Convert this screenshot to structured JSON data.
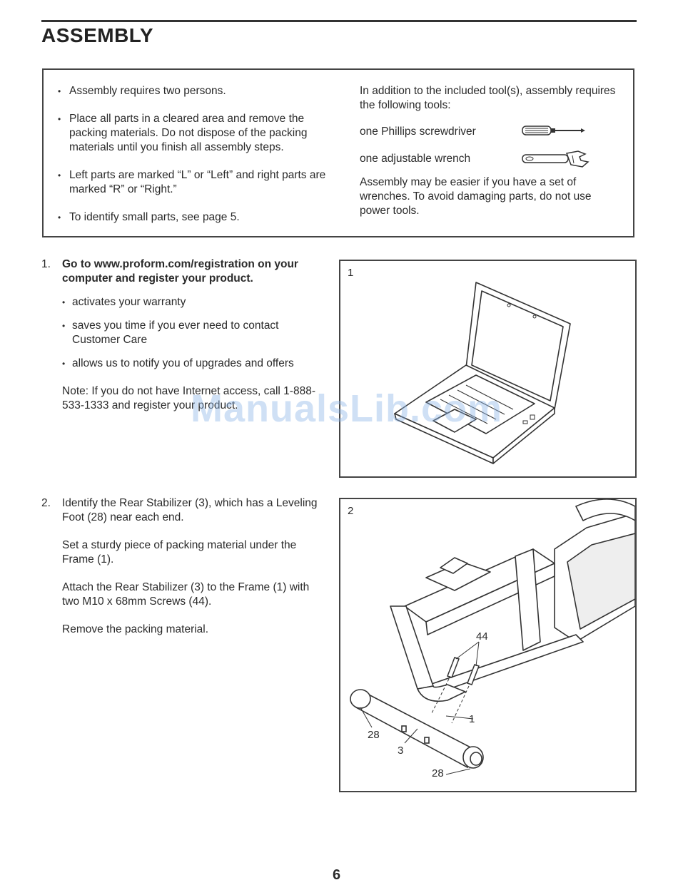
{
  "header": {
    "title": "ASSEMBLY"
  },
  "tools_box": {
    "bullets": [
      "Assembly requires two persons.",
      "Place all parts in a cleared area and remove the packing materials. Do not dispose of the packing materials until you finish all assembly steps.",
      "Left parts are marked “L” or “Left” and right parts are marked “R” or “Right.”",
      "To identify small parts, see page 5."
    ],
    "intro": "In addition to the included tool(s), assembly requires the following tools:",
    "tools": [
      {
        "label": "one Phillips screwdriver",
        "icon": "screwdriver-icon"
      },
      {
        "label": "one adjustable wrench",
        "icon": "adjustable-wrench-icon"
      }
    ],
    "outro": "Assembly may be easier if you have a set of wrenches. To avoid damaging parts, do not use power tools."
  },
  "steps": [
    {
      "number": "1.",
      "lead": "Go to www.proform.com/registration on your computer and register your product.",
      "bullets": [
        "activates your warranty",
        "saves you time if you ever need to contact Customer Care",
        "allows us to notify you of upgrades and offers"
      ],
      "note": "Note: If you do not have Internet access, call 1-888-533-1333 and register your product.",
      "figure_number": "1"
    },
    {
      "number": "2.",
      "paragraphs": [
        "Identify the Rear Stabilizer (3), which has a Leveling Foot (28) near each end.",
        "Set a sturdy piece of packing material under the Frame (1).",
        "Attach the Rear Stabilizer (3) to the Frame (1) with two M10 x 68mm Screws (44).",
        "Remove the packing material."
      ],
      "figure_number": "2",
      "callouts": {
        "screws": "44",
        "frame": "1",
        "foot_left": "28",
        "stabilizer": "3",
        "foot_right": "28"
      }
    }
  ],
  "watermark": "ManualsLib.com",
  "footer": {
    "page_number": "6"
  }
}
